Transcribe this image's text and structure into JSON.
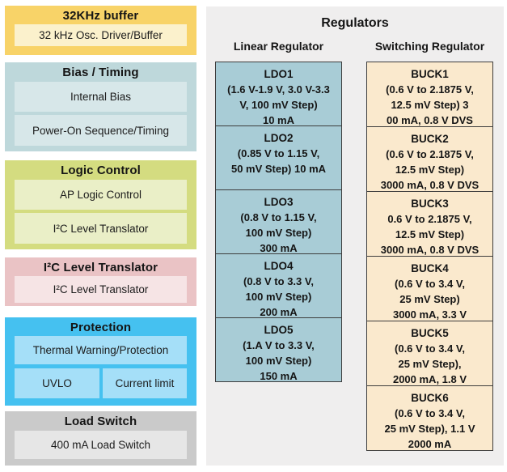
{
  "palette": {
    "buffer_yellow": "#f8d368",
    "bias_teal": "#bed8db",
    "logic_green": "#d4dc80",
    "i2c_pink": "#eac3c5",
    "protection_blue": "#45c1f0",
    "load_switch_gray": "#cacaca",
    "ldo_fill": "#a8ccd6",
    "buck_fill": "#fae9cd",
    "box_border": "#3d3d3d",
    "panel_background": "#efeeee"
  },
  "left_column": {
    "buffer": {
      "title": "32KHz buffer",
      "item": "32 kHz Osc. Driver/Buffer"
    },
    "bias_timing": {
      "title": "Bias / Timing",
      "items": [
        "Internal Bias",
        "Power-On Sequence/Timing"
      ]
    },
    "logic_control": {
      "title": "Logic Control",
      "items": [
        "AP Logic Control",
        "I²C Level Translator"
      ]
    },
    "i2c_translator": {
      "title": "I²C Level Translator",
      "items": [
        "I²C Level Translator"
      ]
    },
    "protection": {
      "title": "Protection",
      "items": [
        "Thermal Warning/Protection"
      ],
      "row": [
        "UVLO",
        "Current limit"
      ]
    },
    "load_switch": {
      "title": "Load Switch",
      "items": [
        "400 mA Load Switch"
      ]
    }
  },
  "regulators": {
    "title": "Regulators",
    "linear": {
      "header": "Linear Regulator",
      "items": [
        {
          "name": "LDO1",
          "lines": [
            "(1.6 V-1.9 V, 3.0 V-3.3",
            "V, 100 mV Step)",
            "10 mA"
          ]
        },
        {
          "name": "LDO2",
          "lines": [
            "(0.85 V to 1.15 V,",
            "50 mV Step) 10 mA"
          ]
        },
        {
          "name": "LDO3",
          "lines": [
            "(0.8 V to 1.15 V,",
            "100 mV Step)",
            "300 mA"
          ]
        },
        {
          "name": "LDO4",
          "lines": [
            "(0.8 V to 3.3 V,",
            "100 mV Step)",
            "200 mA"
          ]
        },
        {
          "name": "LDO5",
          "lines": [
            "(1.A V to 3.3 V,",
            "100 mV Step)",
            "150 mA"
          ]
        }
      ]
    },
    "switching": {
      "header": "Switching Regulator",
      "items": [
        {
          "name": "BUCK1",
          "lines": [
            "(0.6 V to 2.1875 V,",
            "12.5 mV Step) 3",
            "00 mA, 0.8 V DVS"
          ]
        },
        {
          "name": "BUCK2",
          "lines": [
            "(0.6 V to 2.1875 V,",
            "12.5 mV Step)",
            "3000 mA, 0.8 V DVS"
          ]
        },
        {
          "name": "BUCK3",
          "lines": [
            "0.6 V to 2.1875 V,",
            "12.5 mV Step)",
            "3000 mA, 0.8 V DVS"
          ]
        },
        {
          "name": "BUCK4",
          "lines": [
            "(0.6 V to 3.4 V,",
            "25 mV Step)",
            "3000 mA, 3.3 V"
          ]
        },
        {
          "name": "BUCK5",
          "lines": [
            "(0.6 V to 3.4 V,",
            "25 mV Step),",
            "2000 mA, 1.8 V"
          ]
        },
        {
          "name": "BUCK6",
          "lines": [
            "(0.6 V to 3.4 V,",
            "25 mV Step), 1.1 V",
            "2000 mA"
          ]
        }
      ]
    }
  }
}
